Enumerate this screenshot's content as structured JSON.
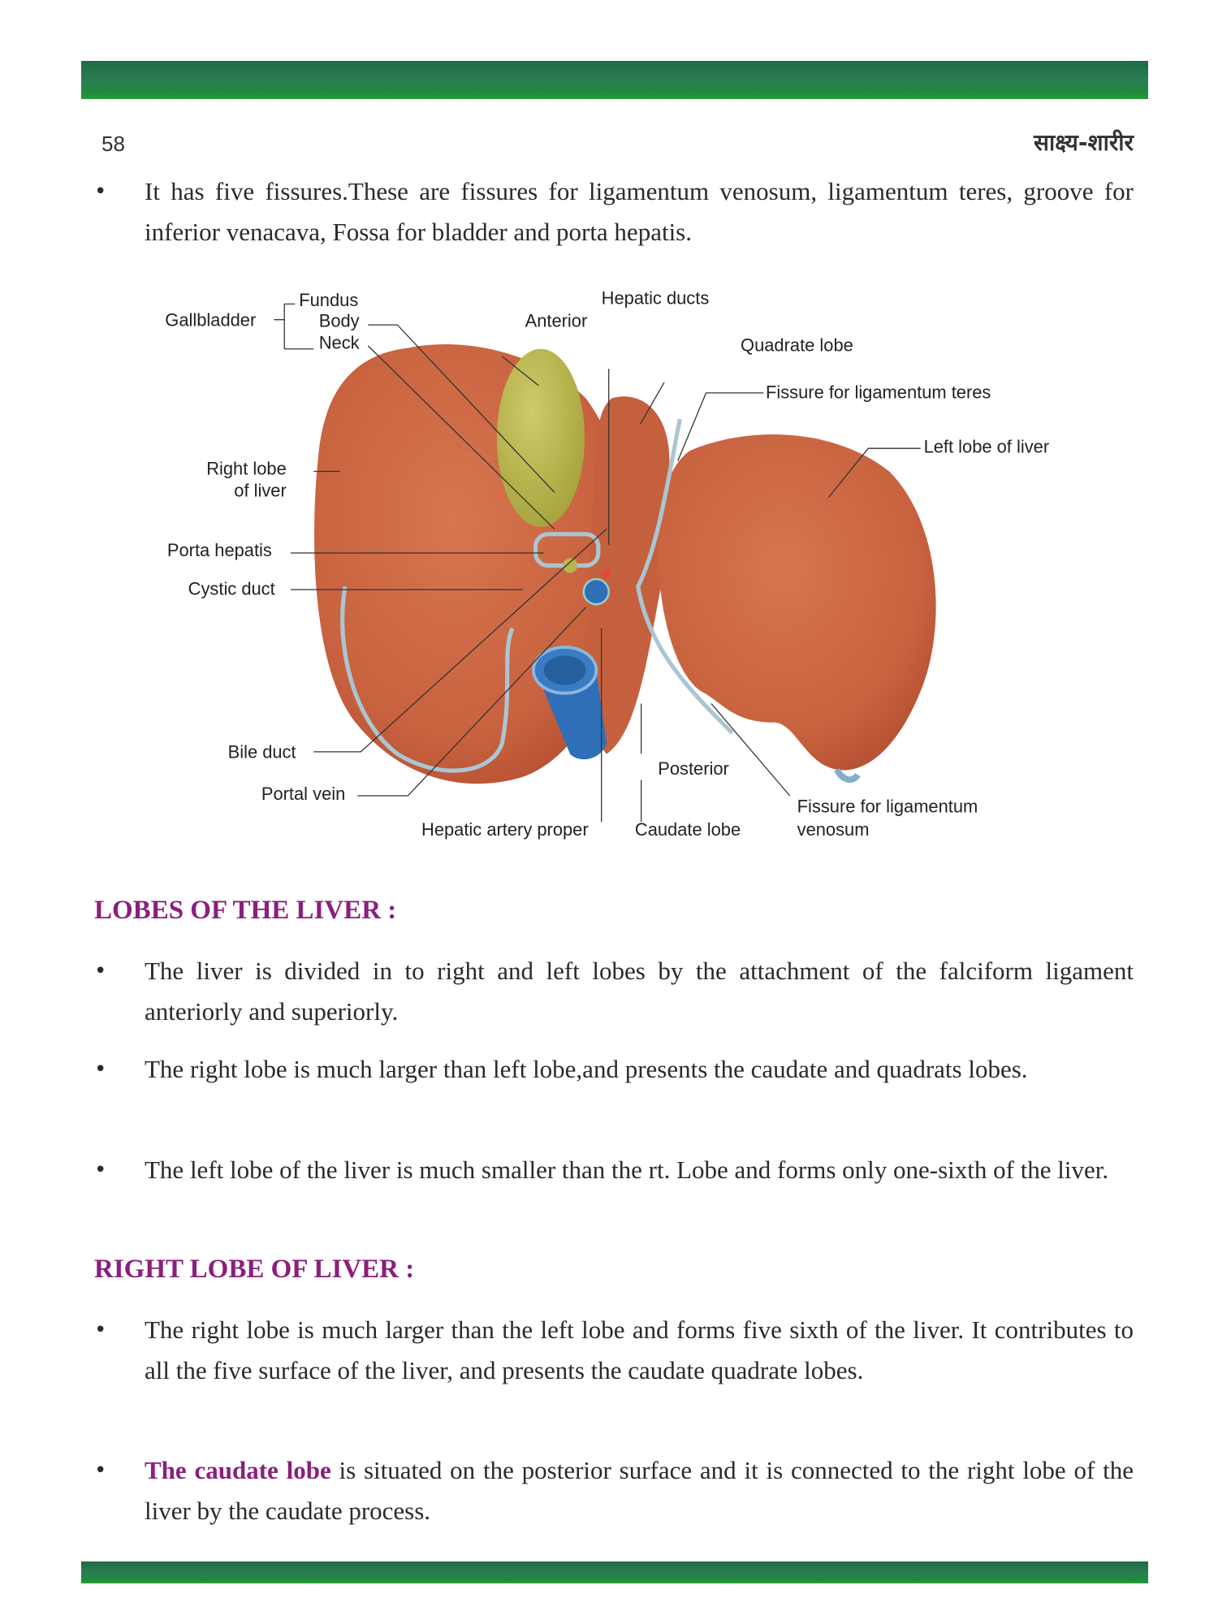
{
  "header": {
    "page_number": "58",
    "running_title": "साक्ष्य-शारीर"
  },
  "intro_bullet": "It has five fissures.These are fissures for ligamentum venosum, ligamentum teres, groove for inferior venacava, Fossa for bladder and porta hepatis.",
  "figure": {
    "labels": {
      "gallbladder": "Gallbladder",
      "fundus": "Fundus",
      "body": "Body",
      "neck": "Neck",
      "anterior": "Anterior",
      "hepatic_ducts": "Hepatic ducts",
      "quadrate_lobe": "Quadrate lobe",
      "fissure_teres": "Fissure for ligamentum teres",
      "left_lobe": "Left lobe of liver",
      "right_lobe_1": "Right lobe",
      "right_lobe_2": "of liver",
      "porta_hepatis": "Porta hepatis",
      "cystic_duct": "Cystic duct",
      "bile_duct": "Bile duct",
      "portal_vein": "Portal vein",
      "hepatic_artery": "Hepatic artery proper",
      "posterior": "Posterior",
      "caudate_lobe": "Caudate lobe",
      "fissure_venosum_1": "Fissure for ligamentum",
      "fissure_venosum_2": "venosum"
    },
    "colors": {
      "liver": "#c8623f",
      "gallbladder": "#b9b64e",
      "vessel": "#2f6fb8"
    }
  },
  "section1": {
    "heading": "LOBES OF THE LIVER :",
    "bullets": [
      "The liver is divided in to right and left lobes by the attachment of the falciform ligament anteriorly and superiorly.",
      "The right lobe is much larger than left lobe,and presents the caudate and quadrats lobes.",
      "The left lobe of the liver is much smaller than the rt. Lobe and forms only one-sixth of the liver."
    ]
  },
  "section2": {
    "heading": "RIGHT LOBE OF LIVER :",
    "bullets": [
      "The right lobe is much  larger than the left lobe and forms five sixth of the liver. It contributes  to all the five surface of the liver, and presents the caudate quadrate lobes.",
      {
        "emphasis": "The caudate lobe",
        "rest": " is situated on the posterior surface and it is connected to the right lobe of the liver by the caudate  process."
      }
    ]
  }
}
